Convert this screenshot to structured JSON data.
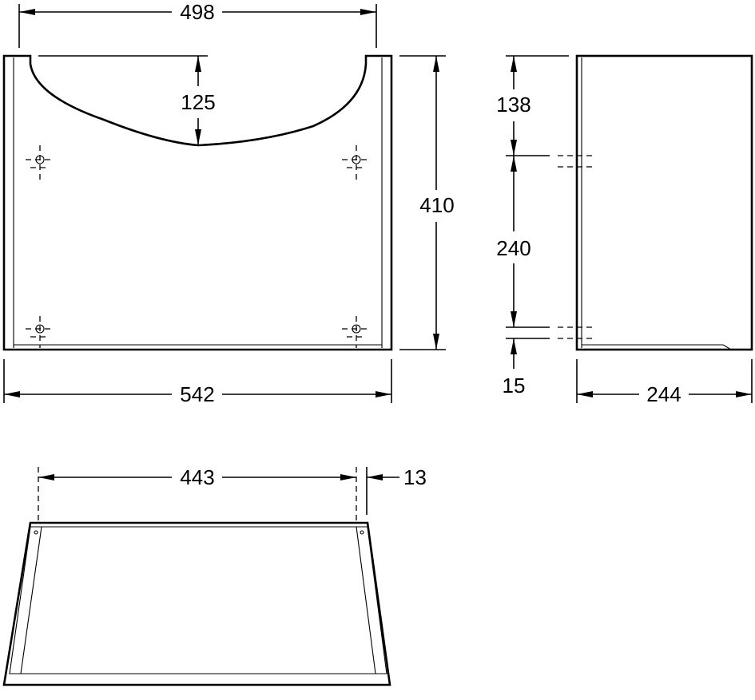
{
  "dimensions": {
    "front_top_width": "498",
    "front_cutout_depth": "125",
    "front_height": "410",
    "front_bottom_width": "542",
    "side_top_offset": "138",
    "side_hole_spacing": "240",
    "side_bottom_offset": "15",
    "side_depth": "244",
    "bottom_inner_width": "443",
    "bottom_edge": "13"
  }
}
